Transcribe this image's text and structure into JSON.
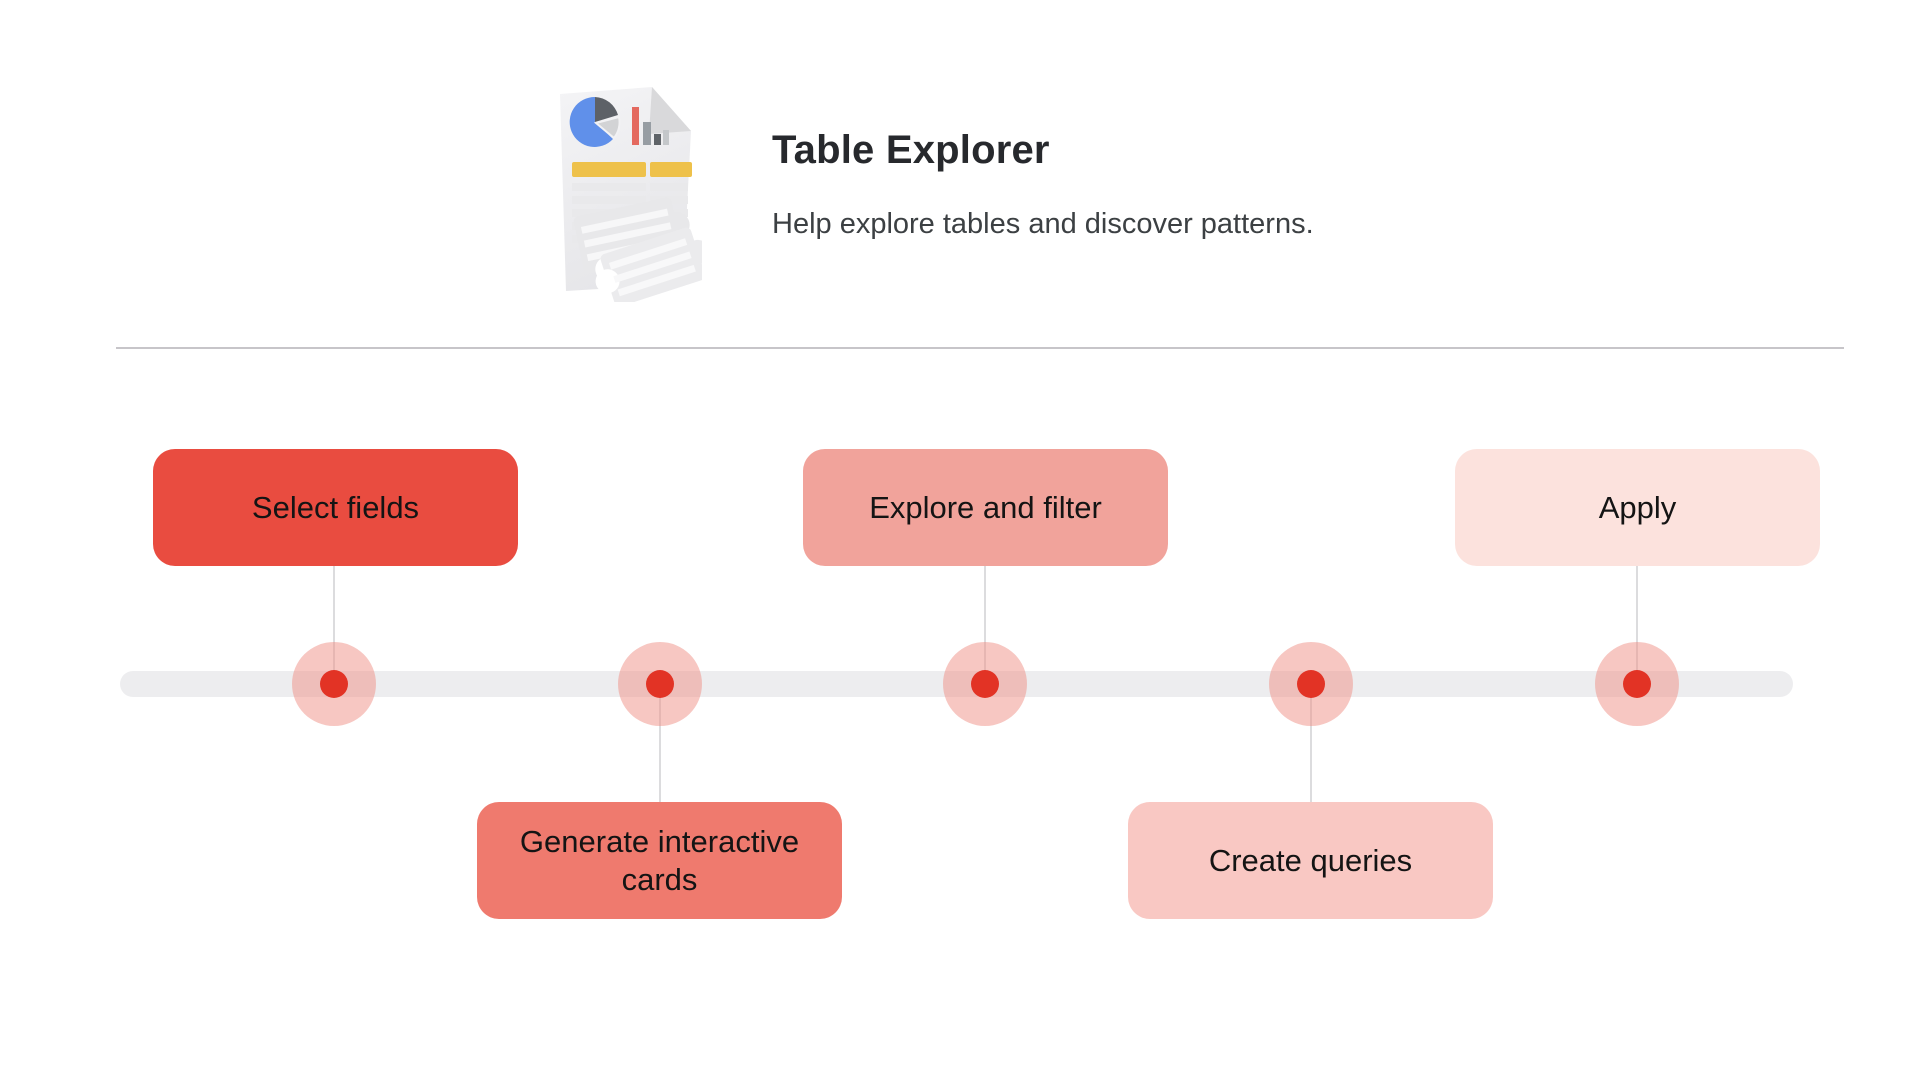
{
  "header": {
    "icon": "table-explorer-document-icon",
    "title": "Table Explorer",
    "subtitle": "Help explore tables and discover patterns."
  },
  "timeline": {
    "track_color": "#ededef",
    "dot_color": "#e23325",
    "halo_color": "rgba(239,144,134,0.5)",
    "connector_color": "#dcdcde",
    "steps": [
      {
        "label": "Select fields",
        "side": "top",
        "color": "#e94c40"
      },
      {
        "label": "Generate interactive cards",
        "side": "bottom",
        "color": "#ef7a6e"
      },
      {
        "label": "Explore and filter",
        "side": "top",
        "color": "#f1a39b"
      },
      {
        "label": "Create queries",
        "side": "bottom",
        "color": "#f9c8c3"
      },
      {
        "label": "Apply",
        "side": "top",
        "color": "#fce2dd"
      }
    ]
  },
  "colors": {
    "background": "#ffffff",
    "title_text": "#27292d",
    "subtitle_text": "#3c4043",
    "divider": "#c7c5c9",
    "step_text": "#141414"
  }
}
